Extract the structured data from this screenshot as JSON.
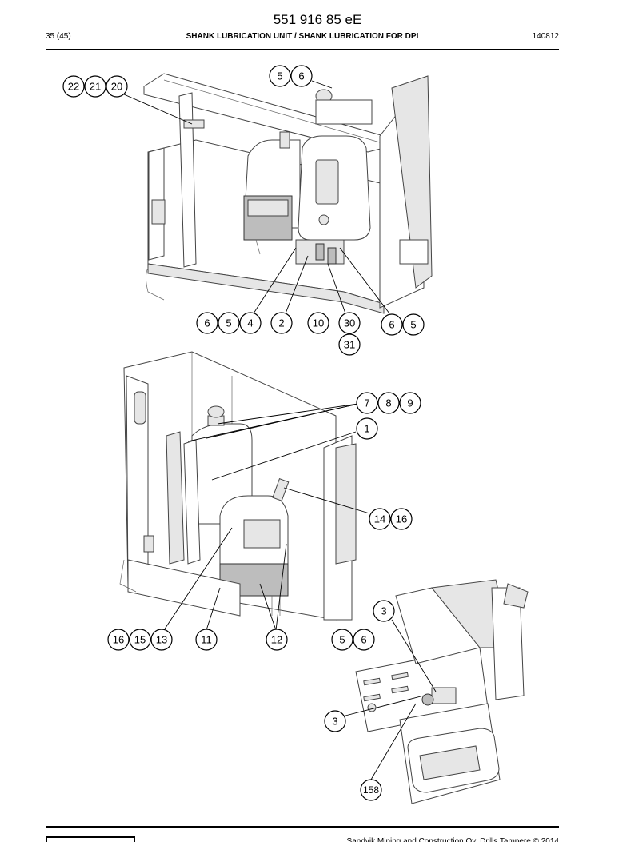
{
  "header": {
    "doc_number": "551 916 85 eE",
    "page": "35 (45)",
    "title": "SHANK LUBRICATION UNIT / SHANK LUBRICATION FOR DPI",
    "date_code": "140812"
  },
  "footer": {
    "copyright": "Sandvik Mining and Construction Oy, Drills Tampere © 2014"
  },
  "callouts": {
    "c22": "22",
    "c21": "21",
    "c20": "20",
    "c5a": "5",
    "c6a": "6",
    "c6b": "6",
    "c5b": "5",
    "c4": "4",
    "c2": "2",
    "c10": "10",
    "c30": "30",
    "c31": "31",
    "c6c": "6",
    "c5c": "5",
    "c7": "7",
    "c8": "8",
    "c9": "9",
    "c1": "1",
    "c14": "14",
    "c16a": "16",
    "c16b": "16",
    "c15": "15",
    "c13": "13",
    "c11": "11",
    "c12": "12",
    "c5d": "5",
    "c6d": "6",
    "c3a": "3",
    "c3b": "3",
    "c158": "158"
  }
}
